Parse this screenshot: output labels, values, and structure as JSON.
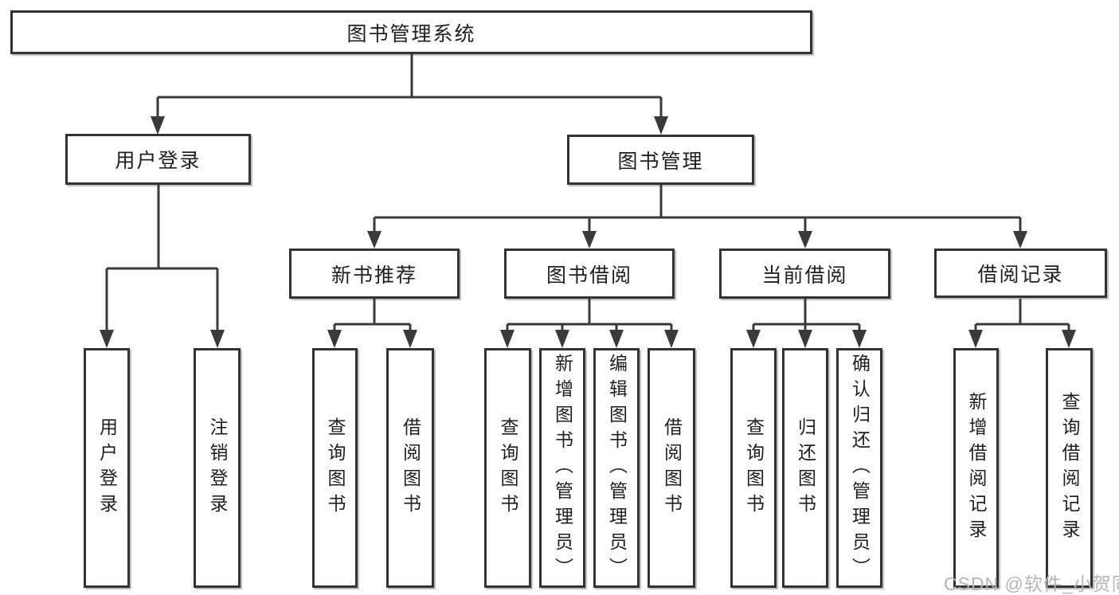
{
  "diagram": {
    "type": "hierarchy-tree",
    "title": "图书管理系统",
    "level2": {
      "user_login": "用户登录",
      "book_mgmt": "图书管理"
    },
    "level3": {
      "new_book": "新书推荐",
      "book_borrow": "图书借阅",
      "current_borrow": "当前借阅",
      "borrow_record": "借阅记录"
    },
    "leaves": {
      "ul_login": "用户登录",
      "ul_logout": "注销登录",
      "nb_query": "查询图书",
      "nb_borrow": "借阅图书",
      "bb_query": "查询图书",
      "bb_add": "新增图书（管理员）",
      "bb_edit": "编辑图书（管理员）",
      "bb_borrow": "借阅图书",
      "cb_query": "查询图书",
      "cb_return": "归还图书",
      "cb_confirm": "确认归还（管理员）",
      "br_add": "新增借阅记录",
      "br_query": "查询借阅记录"
    }
  },
  "watermark": "CSDN @软件_小贺同学",
  "colors": {
    "background": "#ffffff",
    "box_border": "#333333",
    "connector_line": "#3a3a3a",
    "text": "#1f1f1f",
    "watermark": "#b5b5b5"
  }
}
